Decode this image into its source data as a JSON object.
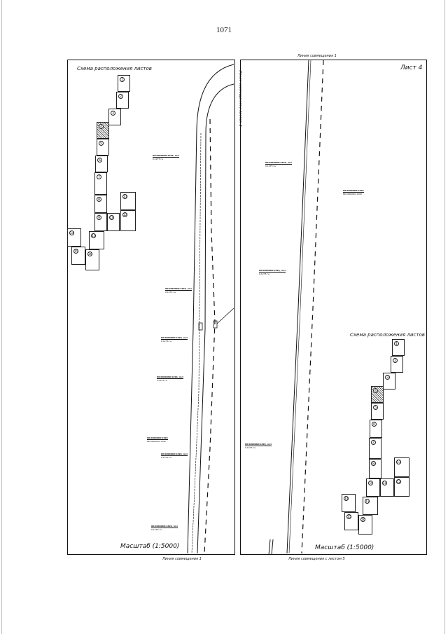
{
  "page_number": "1071",
  "left_sheet": {
    "scheme_title": "Схема расположения листов",
    "scale": "Масштаб (1:5000)",
    "bottom_line": "Линия совмещения 1",
    "side_line": "Линия совмещения с листом 3",
    "callouts": [
      {
        "line1": "86:0000000:1299, гп/с",
        "line2": "0,1275 га"
      },
      {
        "line1": "86:0000000:1299, гп/с",
        "line2": "0,1274 га"
      },
      {
        "line1": "86:0000000:1299, гп/с",
        "line2": "0,1276 га"
      },
      {
        "line1": "86:0000000:1299, гп/с",
        "line2": "0,1275 га"
      },
      {
        "line1": "86:0000000:1299",
        "line2": "86:0000000:1299"
      },
      {
        "line1": "86:0000000:1299, гп/с",
        "line2": "0,1275 га"
      },
      {
        "line1": "86:0000000:1299, гп/с",
        "line2": "0,1276 га"
      }
    ]
  },
  "right_sheet": {
    "sheet_label": "Лист 4",
    "top_line": "Линия совмещения 1",
    "scheme_title": "Схема расположения листов",
    "scale": "Масштаб (1:5000)",
    "bottom_line": "Линия совмещения с листом 5",
    "callouts": [
      {
        "line1": "86:0000000:1299, гп/с",
        "line2": "0,1275 га"
      },
      {
        "line1": "86:0000000:1299",
        "line2": "86:0000000:1299"
      },
      {
        "line1": "86:0000000:1299, гп/с",
        "line2": "0,1275 га"
      },
      {
        "line1": "86:0000000:1299, гп/с",
        "line2": "0,1274 га"
      }
    ]
  },
  "scheme_cells": [
    "1",
    "2",
    "3",
    "4",
    "5",
    "6",
    "7",
    "8",
    "9",
    "10",
    "11",
    "12",
    "13",
    "14",
    "15",
    "16"
  ]
}
